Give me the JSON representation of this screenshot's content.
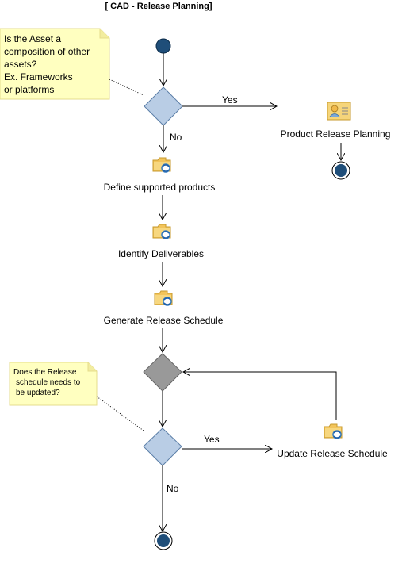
{
  "diagram": {
    "title": "[ CAD - Release Planning]",
    "note1": {
      "lines": [
        "Is the Asset a",
        "composition of other",
        "assets?",
        "Ex. Frameworks",
        "or platforms"
      ]
    },
    "note2": {
      "lines": [
        "Does the Release",
        "schedule needs to",
        "be updated?"
      ]
    },
    "decision1": {
      "yes_label": "Yes",
      "no_label": "No"
    },
    "decision2": {
      "yes_label": "Yes",
      "no_label": "No"
    },
    "activities": {
      "product_release_planning": "Product Release Planning",
      "define_supported_products": "Define supported products",
      "identify_deliverables": "Identify Deliverables",
      "generate_release_schedule": "Generate Release Schedule",
      "update_release_schedule": "Update Release Schedule"
    },
    "colors": {
      "node_fill": "#1f4e79",
      "decision_fill": "#b9cde5",
      "merge_fill": "#999999",
      "note_fill": "#ffffc0",
      "note_border": "#e6dc8c",
      "activity_icon": "#f2c45a"
    },
    "icons": {
      "activity": "activity-folder-refresh-icon",
      "subprocess": "subprocess-card-icon"
    }
  }
}
